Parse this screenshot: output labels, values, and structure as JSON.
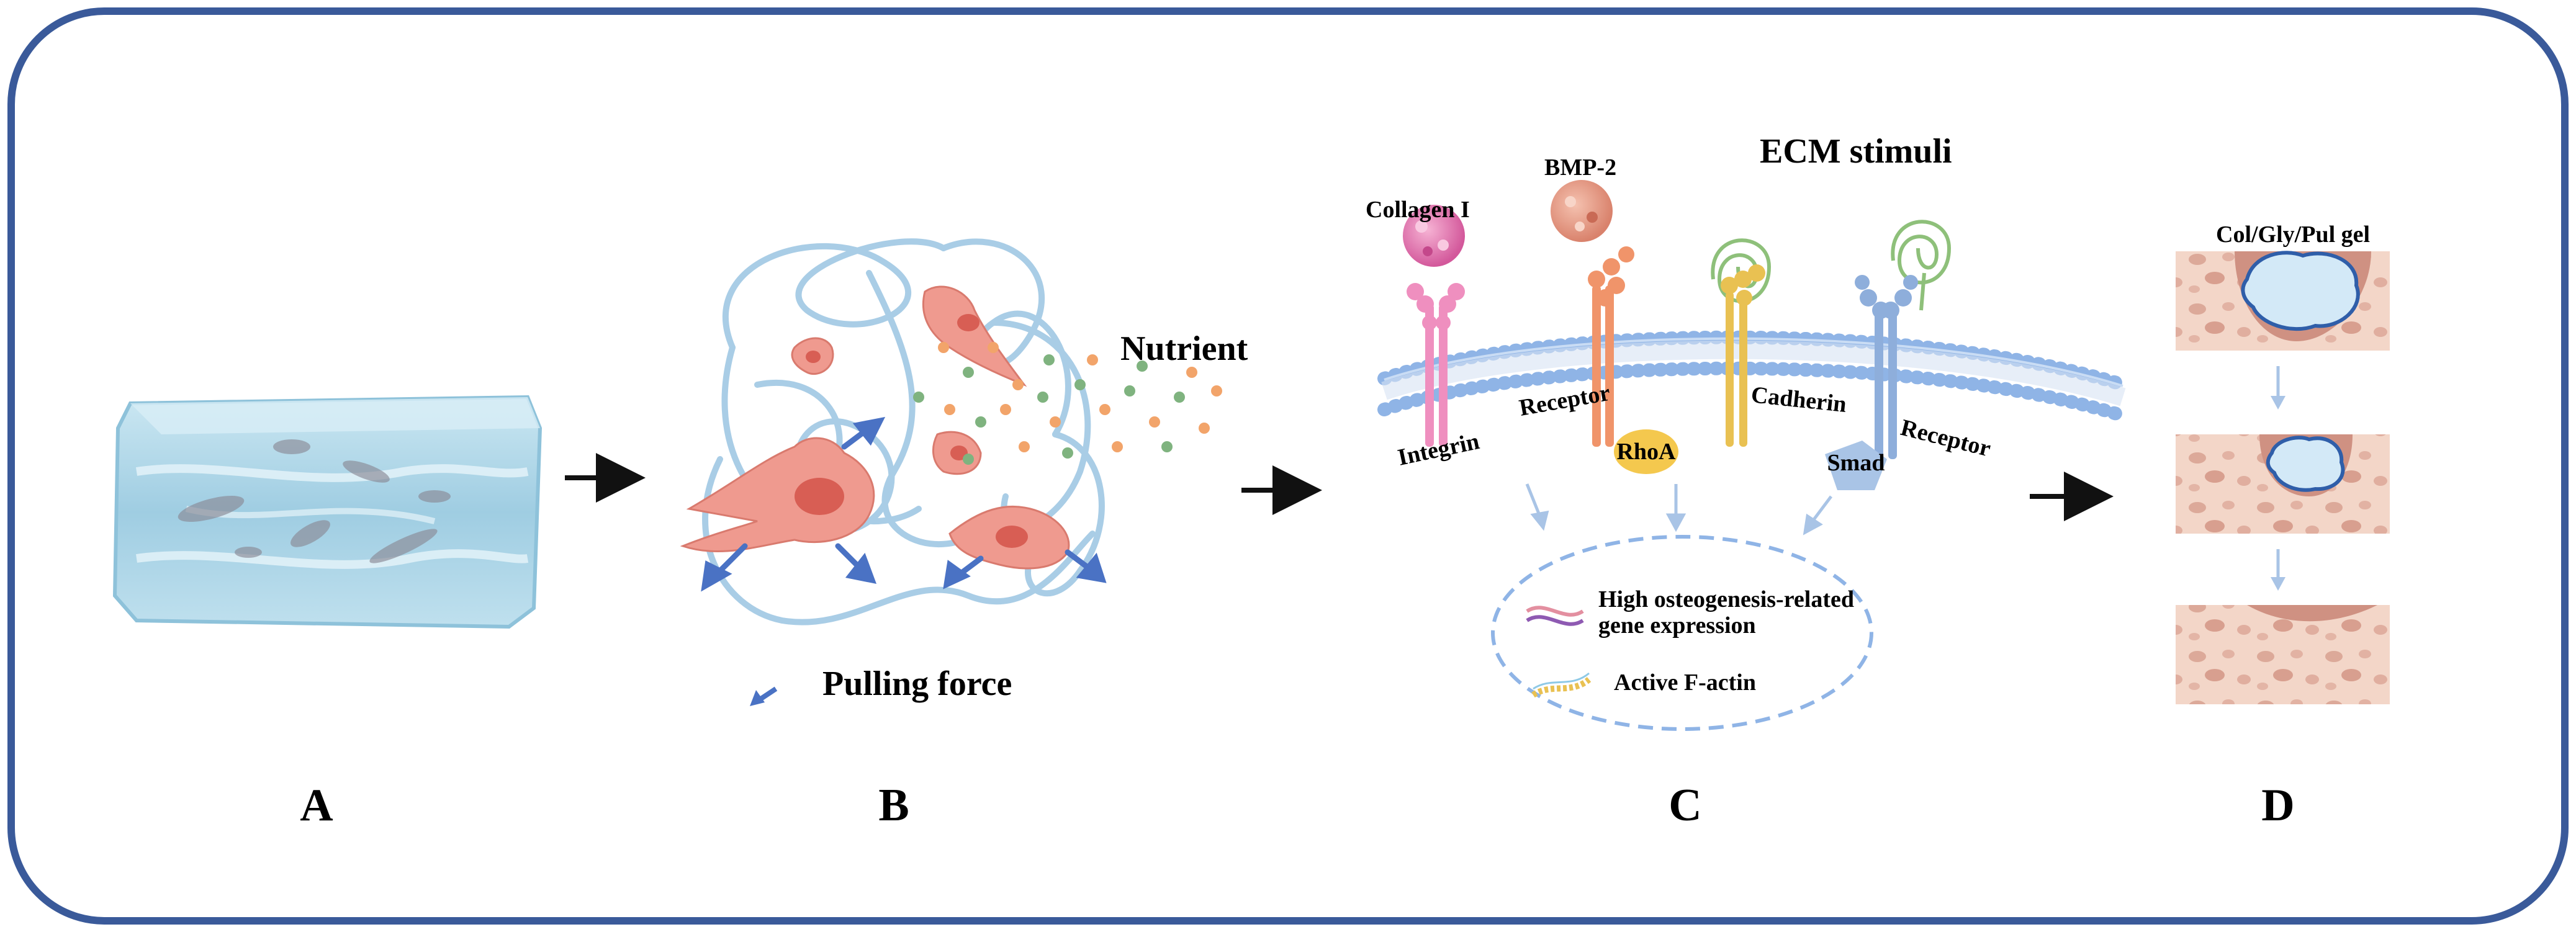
{
  "panels": {
    "a": {
      "letter": "A"
    },
    "b": {
      "letter": "B",
      "nutrient_label": "Nutrient",
      "force_label": "Pulling force"
    },
    "c": {
      "letter": "C",
      "collagen_label": "Collagen I",
      "bmp_label": "BMP-2",
      "ecm_label": "ECM stimuli",
      "integrin_label": "Integrin",
      "receptor1_label": "Receptor",
      "rhoa_label": "RhoA",
      "cadherin_label": "Cadherin",
      "smad_label": "Smad",
      "receptor2_label": "Receptor",
      "gene_label_1": "High osteogenesis-related",
      "gene_label_2": "gene expression",
      "actin_label": "Active F-actin"
    },
    "d": {
      "letter": "D",
      "gel_label": "Col/Gly/Pul  gel"
    }
  },
  "colors": {
    "frame": "#3a5a9a",
    "hydrogel": "#a9d3e6",
    "cell": "#ef9a8f",
    "arrow_blue": "#4a72c4",
    "membrane": "#8fb4e6",
    "bone": "#f1d2c2",
    "pore": "#d9a394"
  }
}
